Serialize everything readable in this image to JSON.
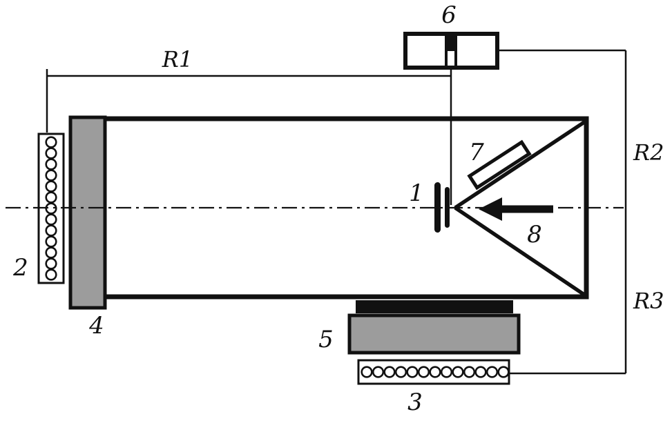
{
  "figure": {
    "colors": {
      "line": "#111111",
      "slab_gray": "#9c9c9c",
      "background": "#ffffff"
    },
    "labels": {
      "comp1": "1",
      "comp2": "2",
      "comp3": "3",
      "comp4": "4",
      "comp5": "5",
      "comp6": "6",
      "comp7": "7",
      "comp8": "8",
      "r1": "R1",
      "r2": "R2",
      "r3": "R3"
    }
  }
}
